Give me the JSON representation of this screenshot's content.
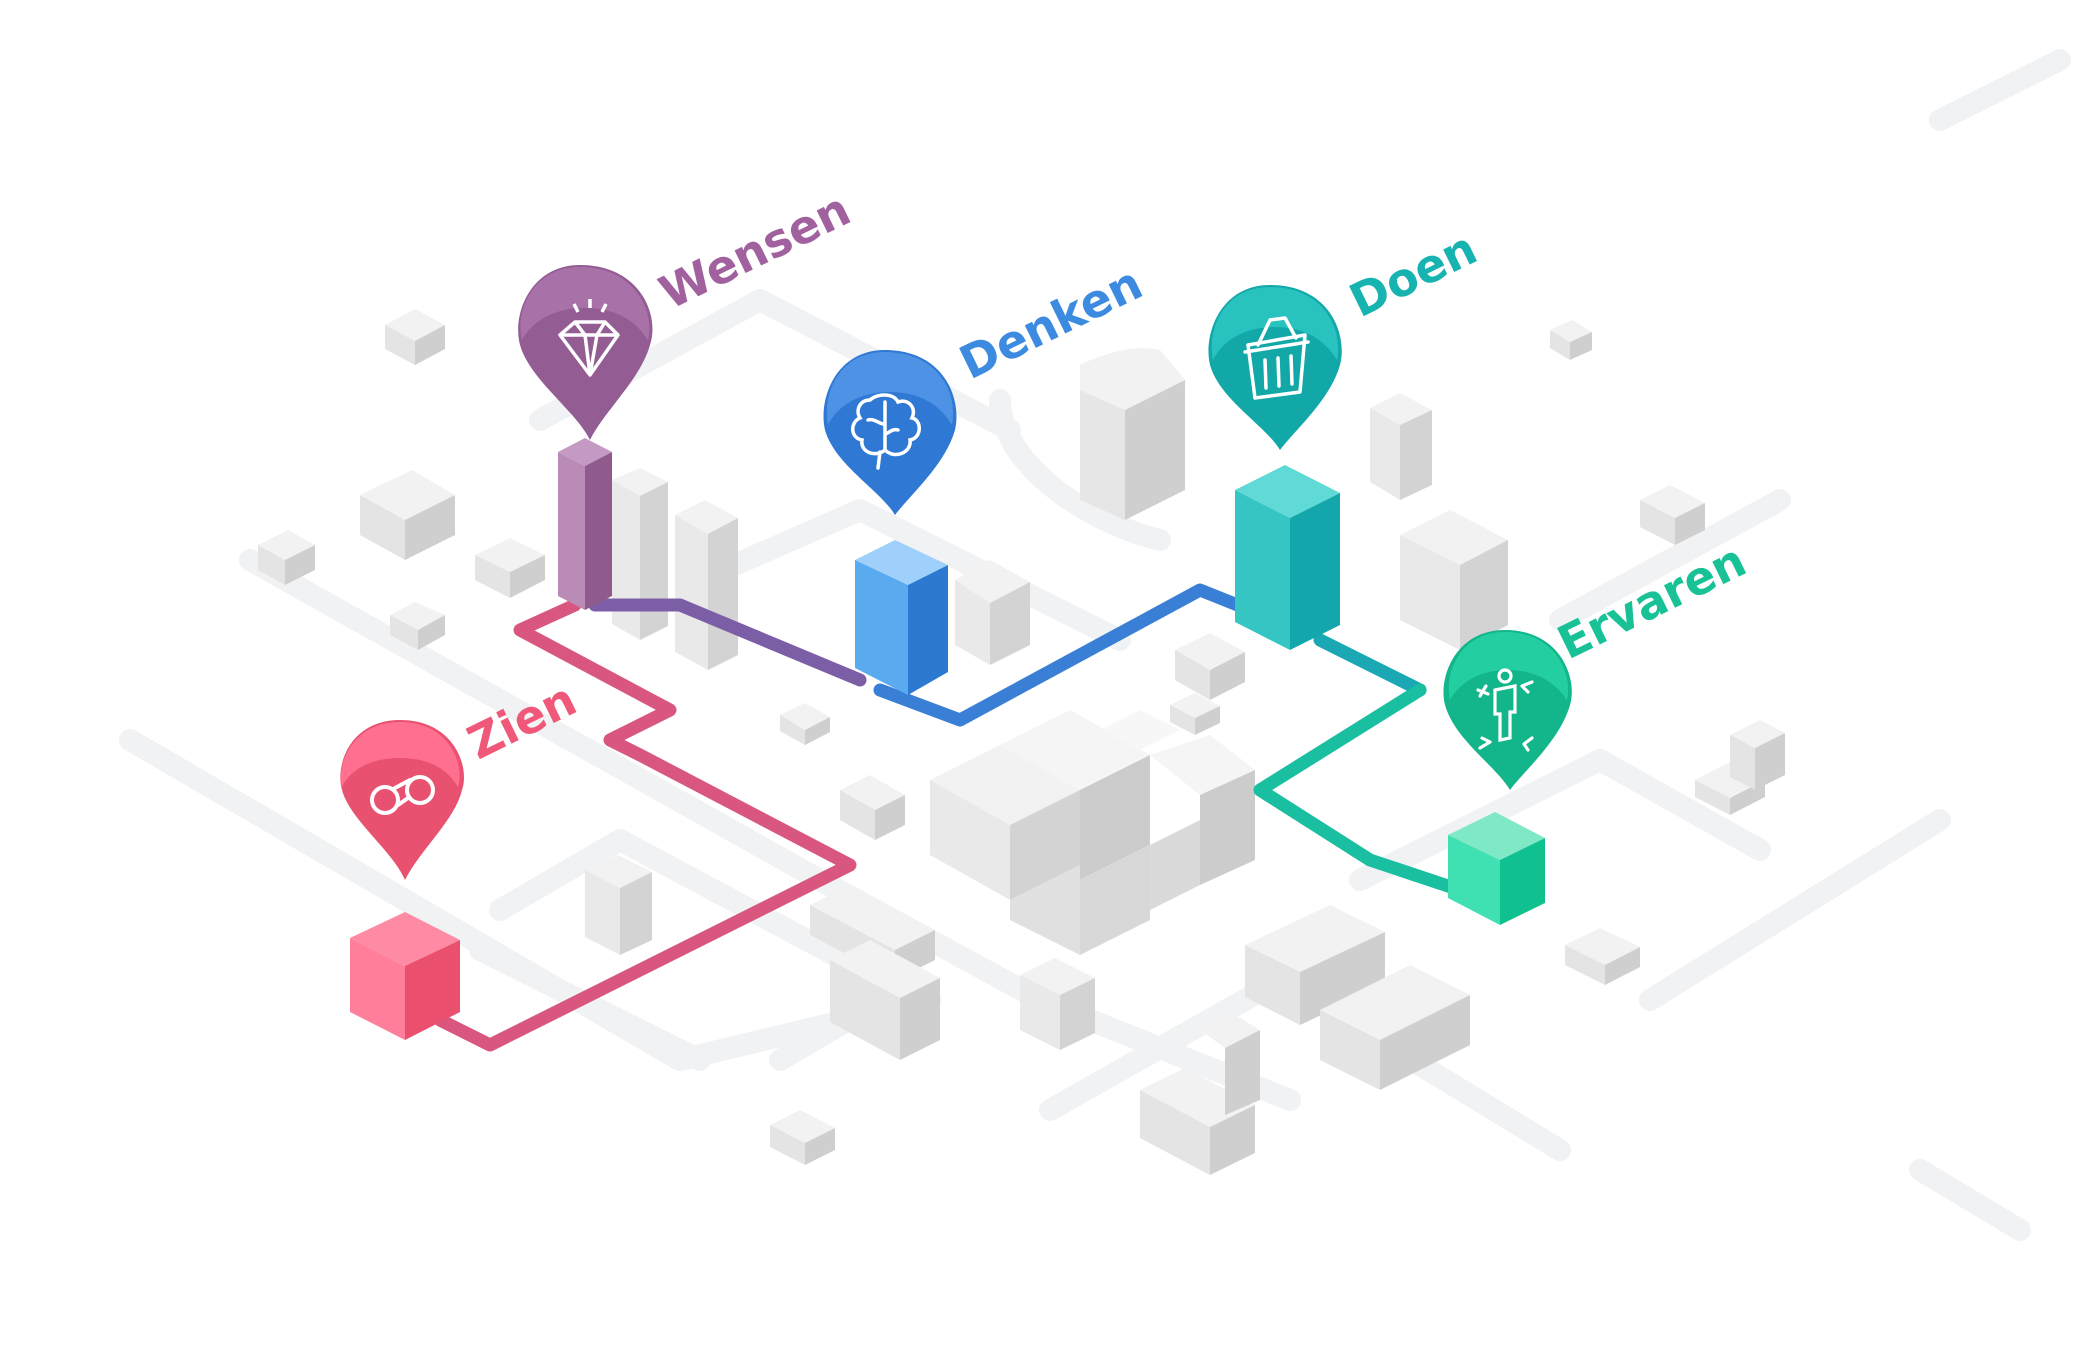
{
  "stages": [
    {
      "id": "zien",
      "label": "Zien",
      "color": "#f0587a",
      "icon": "binoculars-icon"
    },
    {
      "id": "wensen",
      "label": "Wensen",
      "color": "#a0619e",
      "icon": "diamond-icon"
    },
    {
      "id": "denken",
      "label": "Denken",
      "color": "#3d8be0",
      "icon": "brain-icon"
    },
    {
      "id": "doen",
      "label": "Doen",
      "color": "#17b3b0",
      "icon": "basket-icon"
    },
    {
      "id": "ervaren",
      "label": "Ervaren",
      "color": "#19c296",
      "icon": "person-experience-icon"
    }
  ]
}
